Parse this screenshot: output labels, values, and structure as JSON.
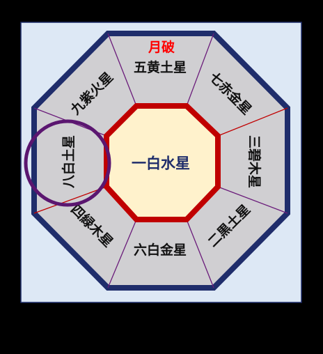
{
  "center": {
    "label": "一白水星"
  },
  "sectors": {
    "south": "五黄土星",
    "southeast": "九紫火星",
    "east": "八白土星",
    "northeast": "四緑木星",
    "north": "六白金星",
    "northwest": "二黒土星",
    "west": "三碧木星",
    "southwest": "七赤金星"
  },
  "annotation": {
    "label": "月破"
  },
  "colors": {
    "page_background": "#000000",
    "panel_background": "#dde8f5",
    "outer_border": "#1f2d6b",
    "sector_fill": "#d0cfd2",
    "inner_border": "#c00000",
    "center_fill": "#fff2cc",
    "circle_marker": "#5b1670",
    "divider_purple": "#6a1b7a",
    "divider_red": "#c00000",
    "annotation_text": "#ff0000"
  }
}
